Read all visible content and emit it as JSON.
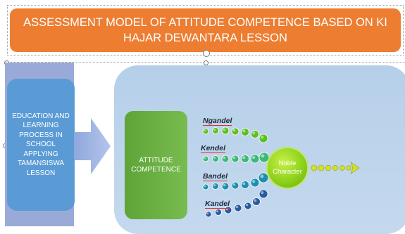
{
  "title": "ASSESSMENT MODEL OF ATTITUDE COMPETENCE BASED ON KI HAJAR DEWANTARA LESSON",
  "education_box": "EDUCATION AND LEARNING PROCESS IN SCHOOL APPLYING TAMANSISWA LESSON",
  "attitude_box": "ATTITUDE COMPETENCE",
  "paths": [
    {
      "label": "Ngandel",
      "color": "#5cbf26"
    },
    {
      "label": "Kendel",
      "color": "#3cb878"
    },
    {
      "label": "Bandel",
      "color": "#1f8fb0"
    },
    {
      "label": "Kandel",
      "color": "#2a5aa0"
    }
  ],
  "target": "Noble Character",
  "colors": {
    "title_bg": "#ed7d31",
    "education_bg": "#5b9bd5",
    "attitude_bg": "#70ad47",
    "noble_bg": "#8ed21c",
    "output_arrow": "#d8e020"
  }
}
